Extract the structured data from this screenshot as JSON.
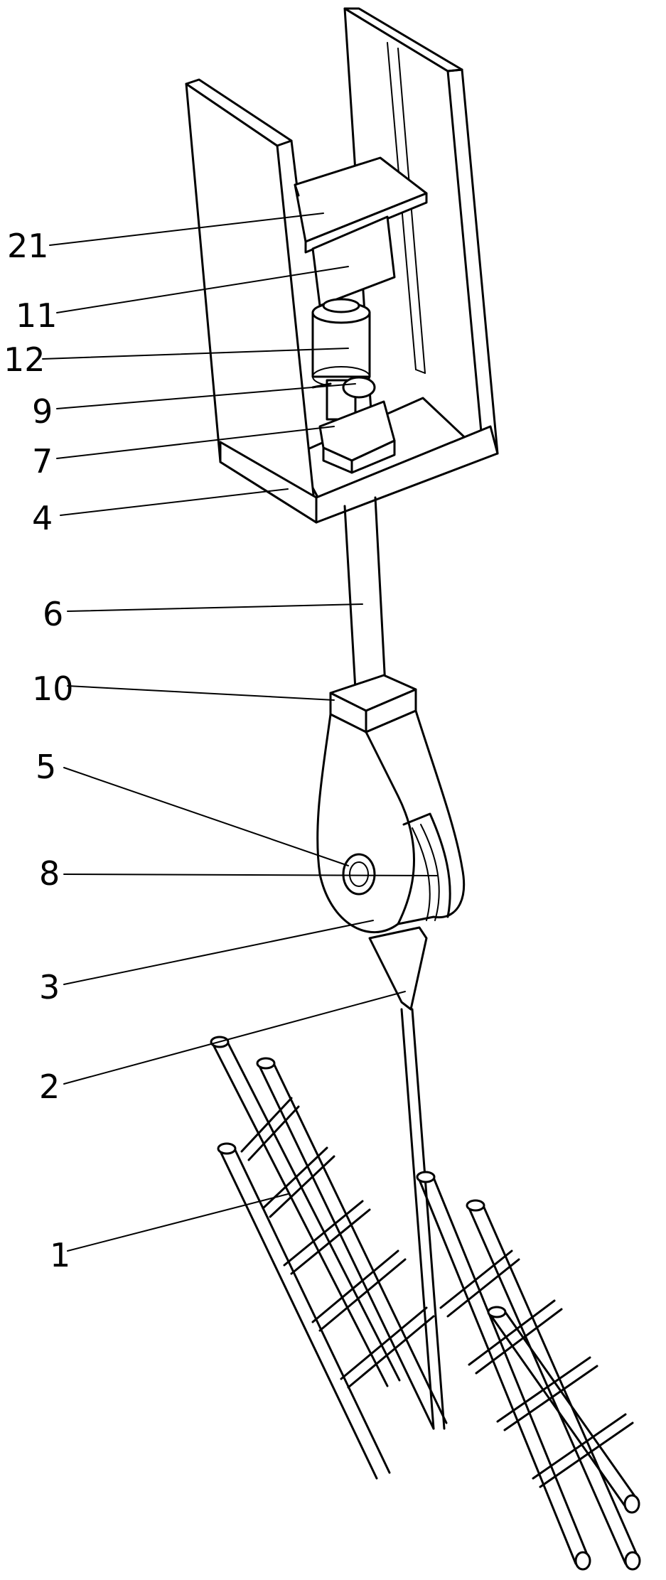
{
  "labels": [
    {
      "id": "21",
      "text": "21"
    },
    {
      "id": "11",
      "text": "11"
    },
    {
      "id": "12",
      "text": "12"
    },
    {
      "id": "9",
      "text": "9"
    },
    {
      "id": "7",
      "text": "7"
    },
    {
      "id": "4",
      "text": "4"
    },
    {
      "id": "6",
      "text": "6"
    },
    {
      "id": "10",
      "text": "10"
    },
    {
      "id": "5",
      "text": "5"
    },
    {
      "id": "8",
      "text": "8"
    },
    {
      "id": "3",
      "text": "3"
    },
    {
      "id": "2",
      "text": "2"
    },
    {
      "id": "1",
      "text": "1"
    }
  ]
}
